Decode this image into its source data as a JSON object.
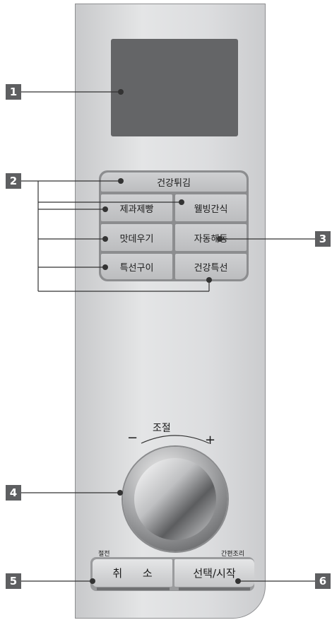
{
  "markers": [
    "1",
    "2",
    "3",
    "4",
    "5",
    "6"
  ],
  "buttons": {
    "top": "건강튀김",
    "row1_left": "제과제빵",
    "row1_right": "웰빙간식",
    "row2_left": "맛데우기",
    "row2_right": "자동해동",
    "row3_left": "특선구이",
    "row3_right": "건강특선"
  },
  "dial": {
    "label": "조절",
    "minus": "−",
    "plus": "+"
  },
  "bottom": {
    "cancel_label": "취 소",
    "cancel_sublabel": "절전",
    "start_label": "선택/시작",
    "start_sublabel": "간편조리"
  }
}
